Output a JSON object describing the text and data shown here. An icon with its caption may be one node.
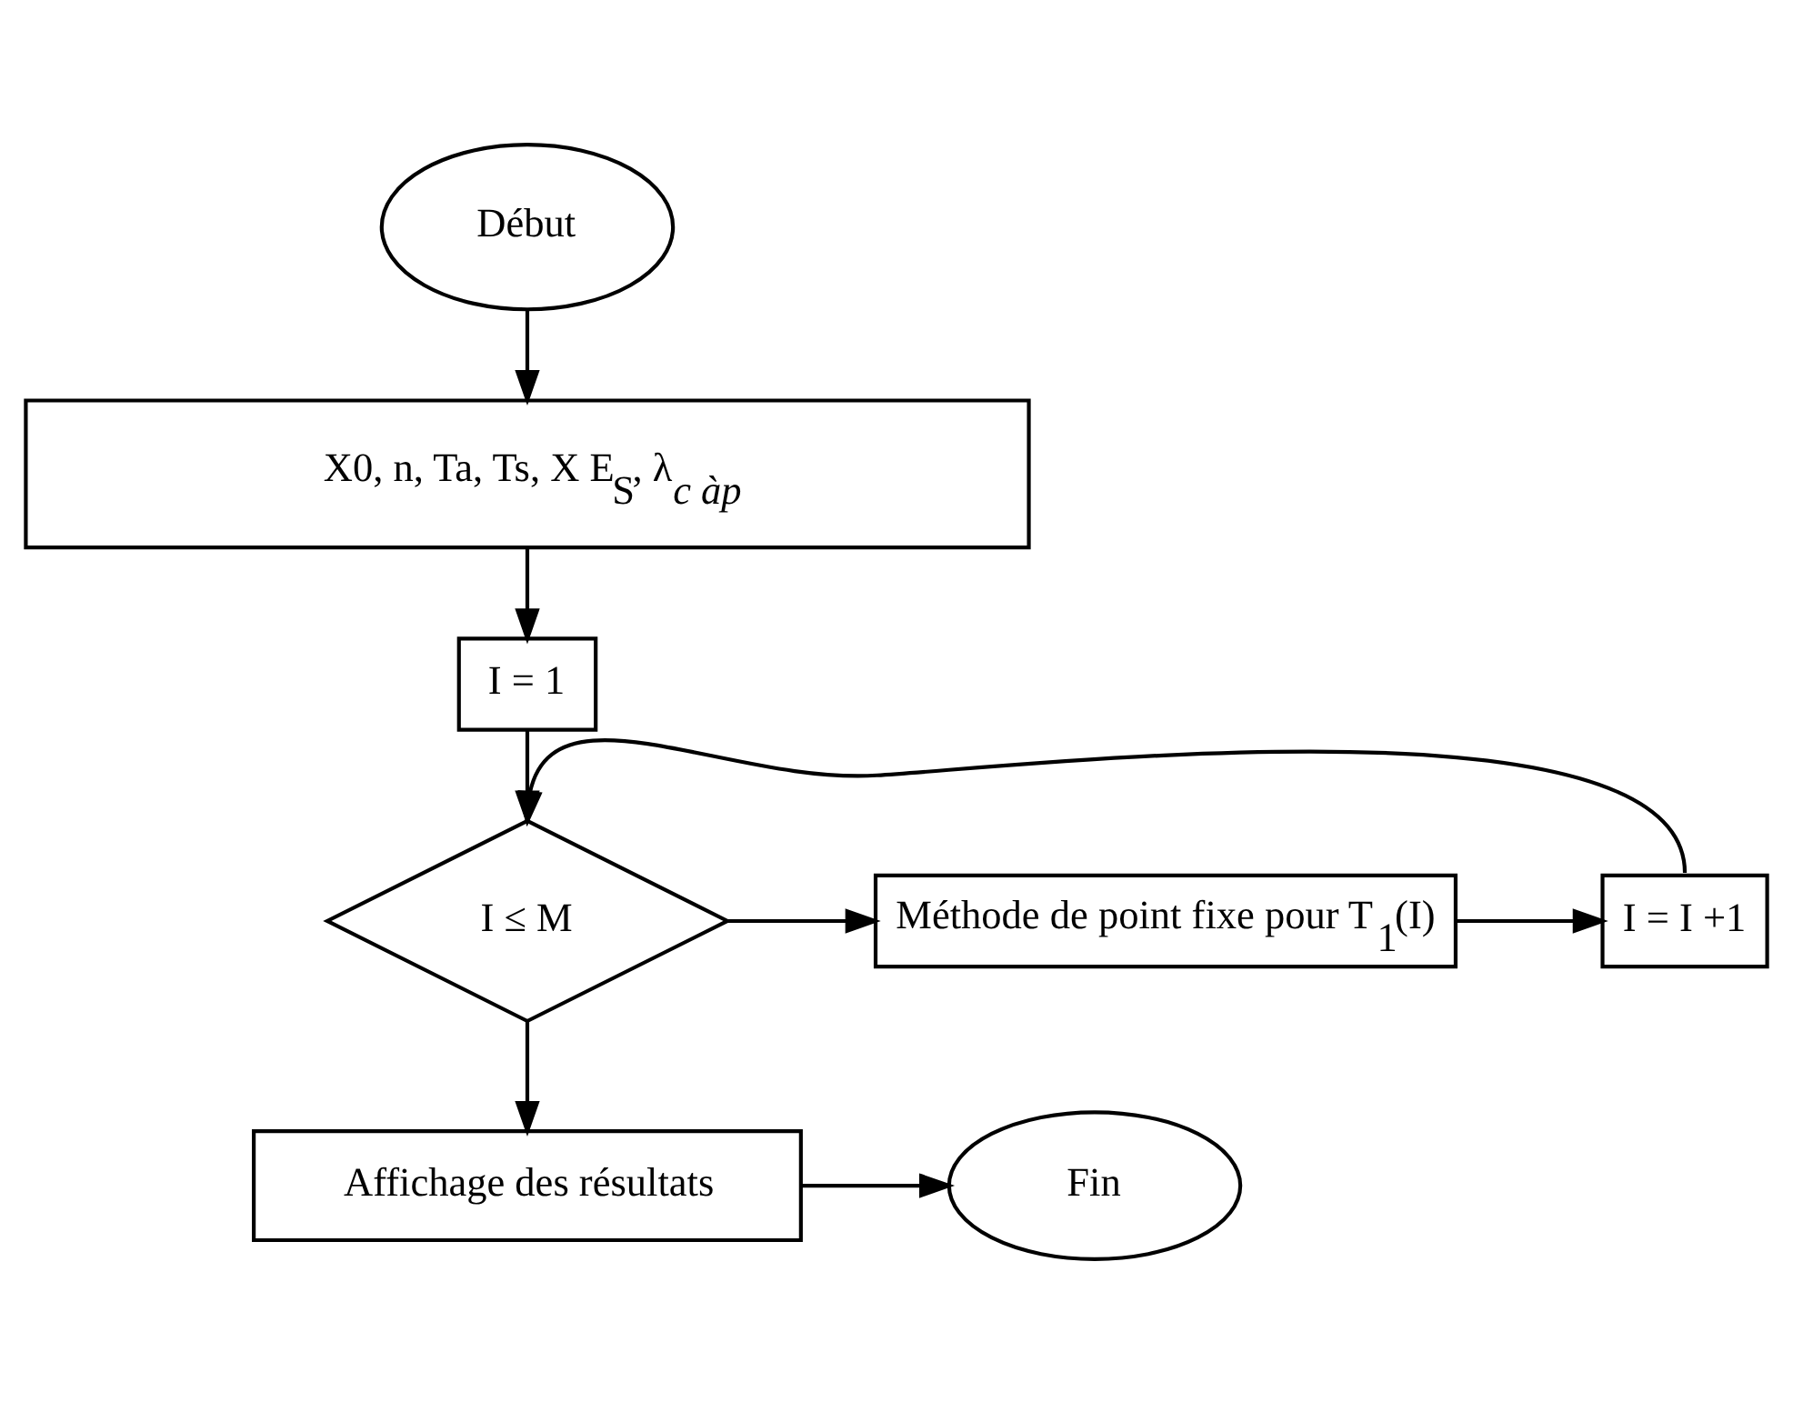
{
  "diagram": {
    "nodes": [
      {
        "text": [
          "Début"
        ]
      },
      {
        "text": [
          "X0, n, Ta, Ts, X E$_{S}$, λ$_{c àp}$"
        ]
      },
      {
        "text": [
          "I = 1"
        ]
      },
      {
        "text": [
          "I ≤ M"
        ]
      },
      {
        "text": [
          "Méthode de point fixe pour T$_{1}$(I)"
        ]
      },
      {
        "text": [
          "I = I +1"
        ]
      },
      {
        "text": [
          "Affichage des résultats"
        ]
      },
      {
        "text": [
          "Fin"
        ]
      }
    ],
    "edges": [
      {
        "from": 0,
        "to": 1,
        "arrow": "to"
      },
      {
        "from": 1,
        "to": 2,
        "arrow": "to"
      },
      {
        "from": 2,
        "to": 3,
        "arrow": "to"
      },
      {
        "from": 3,
        "to": 4,
        "arrow": "to"
      },
      {
        "from": 4,
        "to": 5,
        "arrow": "to"
      },
      {
        "from": 5,
        "to": 3,
        "arrow": "to"
      },
      {
        "from": 3,
        "to": 6,
        "arrow": "to"
      },
      {
        "from": 6,
        "to": 7,
        "arrow": "to"
      }
    ]
  }
}
